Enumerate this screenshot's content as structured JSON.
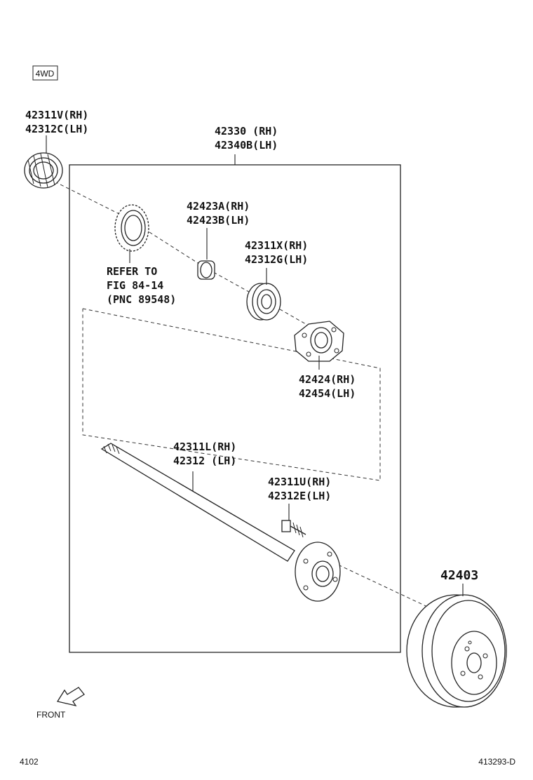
{
  "badge": "4WD",
  "parts": {
    "oil_seal": {
      "rh": "42311V(RH)",
      "lh": "42312C(LH)"
    },
    "axle_assembly": {
      "rh": "42330 (RH)",
      "lh": "42340B(LH)"
    },
    "spacer": {
      "rh": "42423A(RH)",
      "lh": "42423B(LH)"
    },
    "bearing": {
      "rh": "42311X(RH)",
      "lh": "42312G(LH)"
    },
    "retainer": {
      "rh": "42424(RH)",
      "lh": "42454(LH)"
    },
    "shaft": {
      "rh": "42311L(RH)",
      "lh": "42312 (LH)"
    },
    "hub_bolt": {
      "rh": "42311U(RH)",
      "lh": "42312E(LH)"
    },
    "drum": {
      "number": "42403"
    }
  },
  "refer": {
    "line1": "REFER TO",
    "line2": "FIG 84-14",
    "line3": "(PNC 89548)"
  },
  "front_label": "FRONT",
  "footer": {
    "left": "4102",
    "right": "413293-D"
  }
}
